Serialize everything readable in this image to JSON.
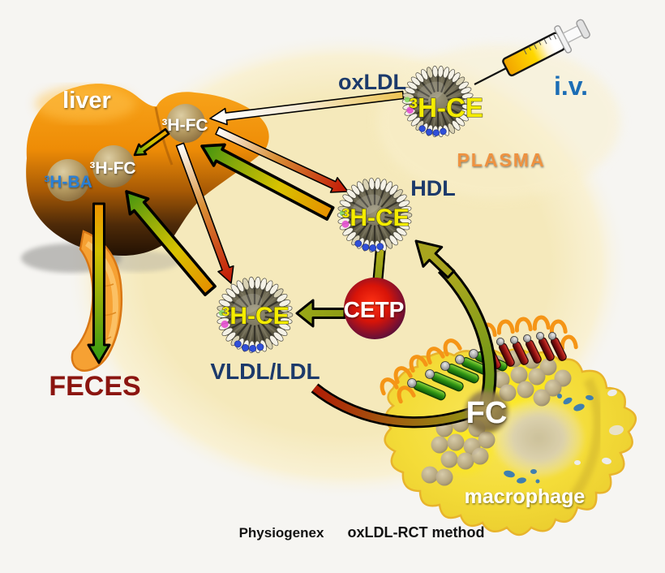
{
  "diagram_title": {
    "brand": "Physiogenex",
    "method": "oxLDL-RCT method"
  },
  "liver": {
    "label": "liver",
    "node_top_label": "³H-FC",
    "node_center_label": "³H-FC",
    "node_bile_label": "³H-BA"
  },
  "plasma": {
    "label": "PLASMA"
  },
  "injection": {
    "route_label": "i.v."
  },
  "particles": {
    "oxldl": {
      "name": "oxLDL",
      "tracer_label": "³H-CE"
    },
    "hdl": {
      "name": "HDL",
      "tracer_label": "³H-CE"
    },
    "vldl_ldl": {
      "name": "VLDL/LDL",
      "tracer_label": "³H-CE"
    }
  },
  "cetp": {
    "label": "CETP"
  },
  "macrophage": {
    "label": "macrophage",
    "fc_label": "FC"
  },
  "feces": {
    "label": "FECES"
  },
  "colors": {
    "liver_orange": "#f09208",
    "plasma_yellow": "#f5e9bb",
    "tracer_yellow": "#f4ec00",
    "lipoprotein_navy": "#1c3a6b",
    "cetp_red": "#e01810",
    "feces_dark_red": "#8b1510",
    "arrow_green": "#4f9e10",
    "arrow_red": "#c21505",
    "arrow_olive": "#8e9c14",
    "macrophage_yellow": "#f4dc38",
    "iv_blue": "#1b6db5",
    "plasma_text_orange": "#ee9240"
  }
}
